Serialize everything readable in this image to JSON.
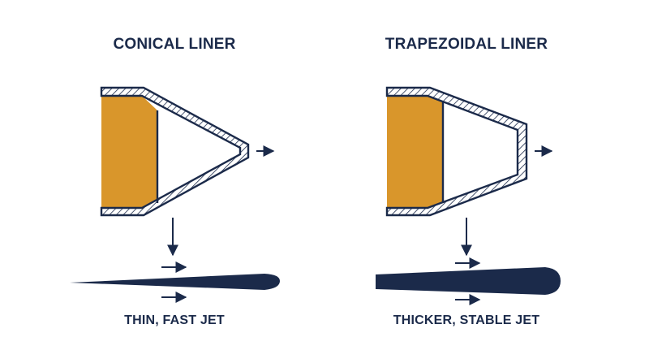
{
  "panels": [
    {
      "title": "CONICAL LINER",
      "caption": "THIN, FAST JET"
    },
    {
      "title": "TRAPEZOIDAL LINER",
      "caption": "THICKER, STABLE JET"
    }
  ],
  "colors": {
    "ink": "#1b2a4a",
    "explosive": "#d9962b",
    "background": "#ffffff"
  }
}
